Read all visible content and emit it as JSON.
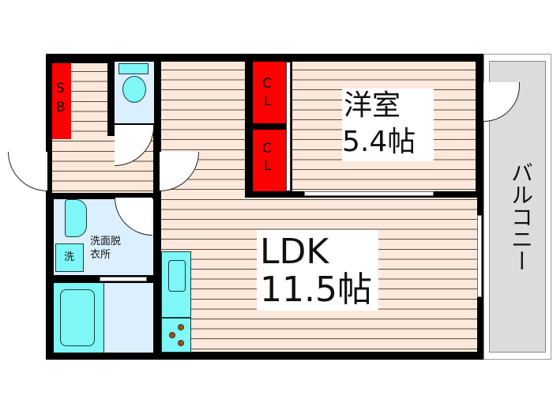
{
  "floorplan": {
    "rooms": {
      "western_room": {
        "name": "洋室",
        "size": "5.4帖"
      },
      "ldk": {
        "name": "LDK",
        "size": "11.5帖"
      },
      "washroom": {
        "name_line1": "洗面脱",
        "name_line2": "衣所"
      },
      "balcony": {
        "name": "バルコニー"
      }
    },
    "storage": {
      "shoe_box": {
        "line1": "S",
        "line2": "B"
      },
      "closet_top": {
        "line1": "C",
        "line2": "L"
      },
      "closet_bottom": {
        "line1": "C",
        "line2": "L"
      }
    },
    "fixtures": {
      "washing_machine": "洗"
    },
    "colors": {
      "wall": "#000000",
      "floor": "#fde9dc",
      "floor_line": "#5a4a40",
      "storage": "#ff0000",
      "fixture": "#7ff7f7",
      "wet_area": "#dcefff",
      "balcony": "#dcdcdc",
      "stove_burner": "#a0500a"
    }
  }
}
